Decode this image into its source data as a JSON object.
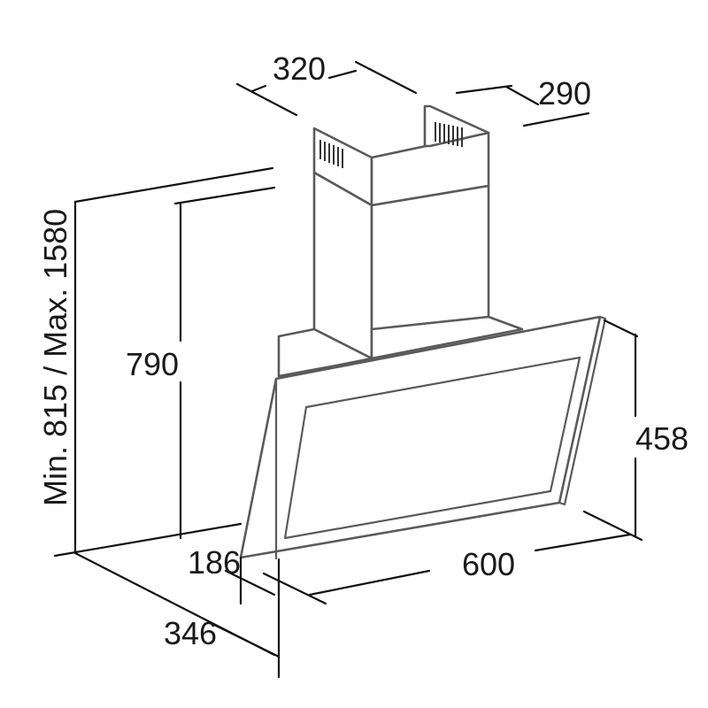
{
  "dimensions": {
    "chimney_width": "320",
    "chimney_depth": "290",
    "total_height": "Min. 815 / Max. 1580",
    "lower_height": "790",
    "hood_height": "458",
    "hood_width": "600",
    "base_depth": "186",
    "total_depth": "346"
  },
  "colors": {
    "outline": "#5a5a5a",
    "dimension_line": "#111111",
    "text": "#1a1a1a"
  }
}
